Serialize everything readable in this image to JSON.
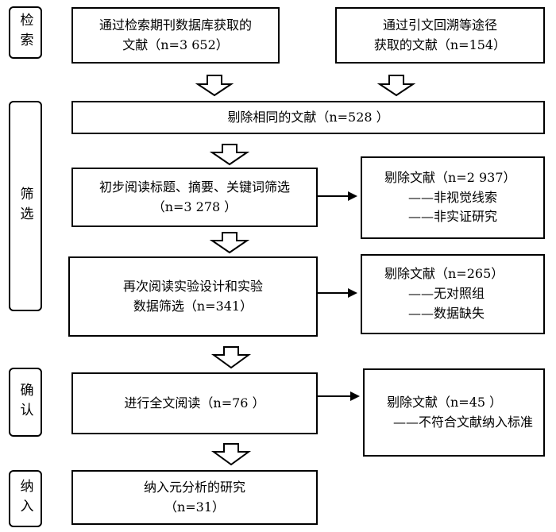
{
  "stages": [
    {
      "id": "search",
      "label": "检索"
    },
    {
      "id": "screen",
      "label": "筛选"
    },
    {
      "id": "confirm",
      "label": "确认"
    },
    {
      "id": "include",
      "label": "纳入"
    }
  ],
  "boxes": {
    "db_search": {
      "line1": "通过检索期刊数据库获取的",
      "line2": "文献（n=3 652）"
    },
    "citation_search": {
      "line1": "通过引文回溯等途径",
      "line2": "获取的文献（n=154）"
    },
    "remove_duplicates": {
      "text": "剔除相同的文献（n=528 ）"
    },
    "initial_screen": {
      "line1": "初步阅读标题、摘要、关键词筛选",
      "line2": "（n=3 278 ）"
    },
    "excluded_1": {
      "title": "剔除文献（n=2 937）",
      "items": [
        "——非视觉线索",
        "——非实证研究"
      ]
    },
    "second_screen": {
      "line1": "再次阅读实验设计和实验",
      "line2": "数据筛选（n=341）"
    },
    "excluded_2": {
      "title": "剔除文献（n=265）",
      "items": [
        "——无对照组",
        "——数据缺失"
      ]
    },
    "full_text": {
      "text": "进行全文阅读（n=76 ）"
    },
    "excluded_3": {
      "title": "剔除文献（n=45 ）",
      "items": [
        "——不符合文献纳入标准"
      ]
    },
    "included": {
      "line1": "纳入元分析的研究",
      "line2": "（n=31）"
    }
  }
}
